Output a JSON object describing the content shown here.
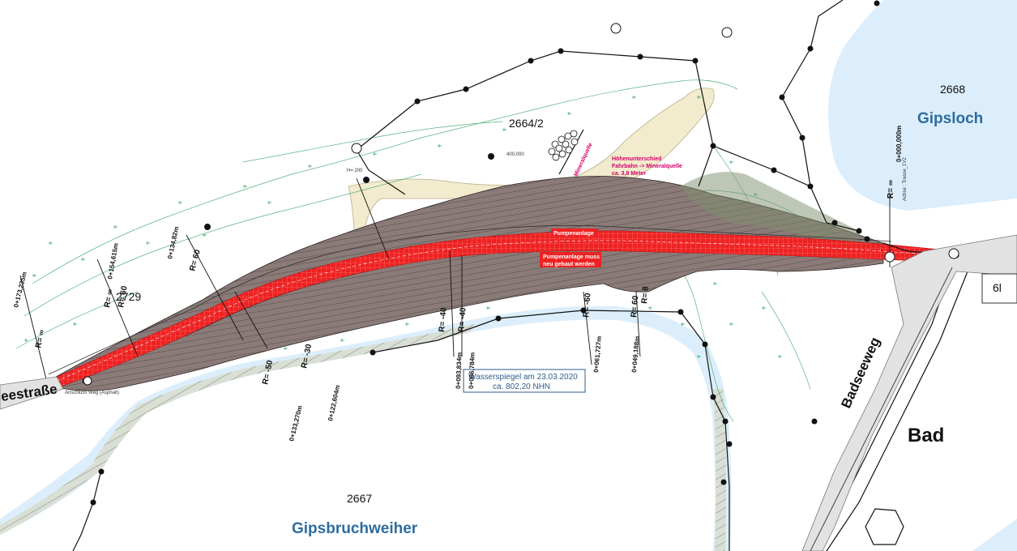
{
  "parcels": {
    "p2668": "2668",
    "p2664_2": "2664/2",
    "p2729": "2729",
    "p2667": "2667",
    "bad": "Bad"
  },
  "places": {
    "gipsloch": "Gipsloch",
    "gipsbruchweiher": "Gipsbruchweiher"
  },
  "streets": {
    "badseeweg": "Badseeweg",
    "seestrasse": "eestraße"
  },
  "annotations": {
    "hoehen_1": "Höhenunterschied",
    "hoehen_2": "Fahrbahn -> Mineralquelle",
    "hoehen_3": "ca. 3,8 Meter",
    "mineralquelle": "Mineralquelle",
    "pumpenanlage": "Pumpenanlage",
    "pumpen_neu_1": "Pumpenanlage muss",
    "pumpen_neu_2": "neu gebaut werden",
    "wasser_1": "Wasserspiegel am 23.03.2020",
    "wasser_2": "ca. 802,20 NHN",
    "achse": "Achse : Trasse_1V2",
    "asphalt": "Anschluss Weg (Asphalt)",
    "h_value": "H= 200",
    "elev_400": "400,000"
  },
  "stations": {
    "s0": "0+000,000m",
    "s49": "0+049,188m",
    "s61": "0+061,727m",
    "s86": "0+086,784m",
    "s93": "0+093,834m",
    "s122": "0+122,604m",
    "s133": "0+133,270m",
    "s154": "0+154,615m",
    "s173": "0+173,235m",
    "s134": "0+134,82m"
  },
  "radii": {
    "r_inf_left": "R= ∞",
    "r_inf_2": "R= ∞",
    "r_60": "R= 60",
    "r_60b": "R= 60",
    "r_m50": "R= -50",
    "r_m30": "R= -30",
    "r_m40": "R= -40",
    "r_m40b": "R= -40",
    "r_m60": "R= -60",
    "r_60c": "R= 60",
    "r_8": "R= 8",
    "r_inf_right": "R= ∞"
  },
  "corner_label": "6l",
  "colors": {
    "embankment": "#8a7b78",
    "road_red": "#ee2222",
    "water": "#dceefb",
    "sand": "#f2ebcd",
    "vegetation": "#3aa46a",
    "boundary": "#111111",
    "annotation_magenta": "#d4006a",
    "place_blue": "#2e6d9e"
  }
}
